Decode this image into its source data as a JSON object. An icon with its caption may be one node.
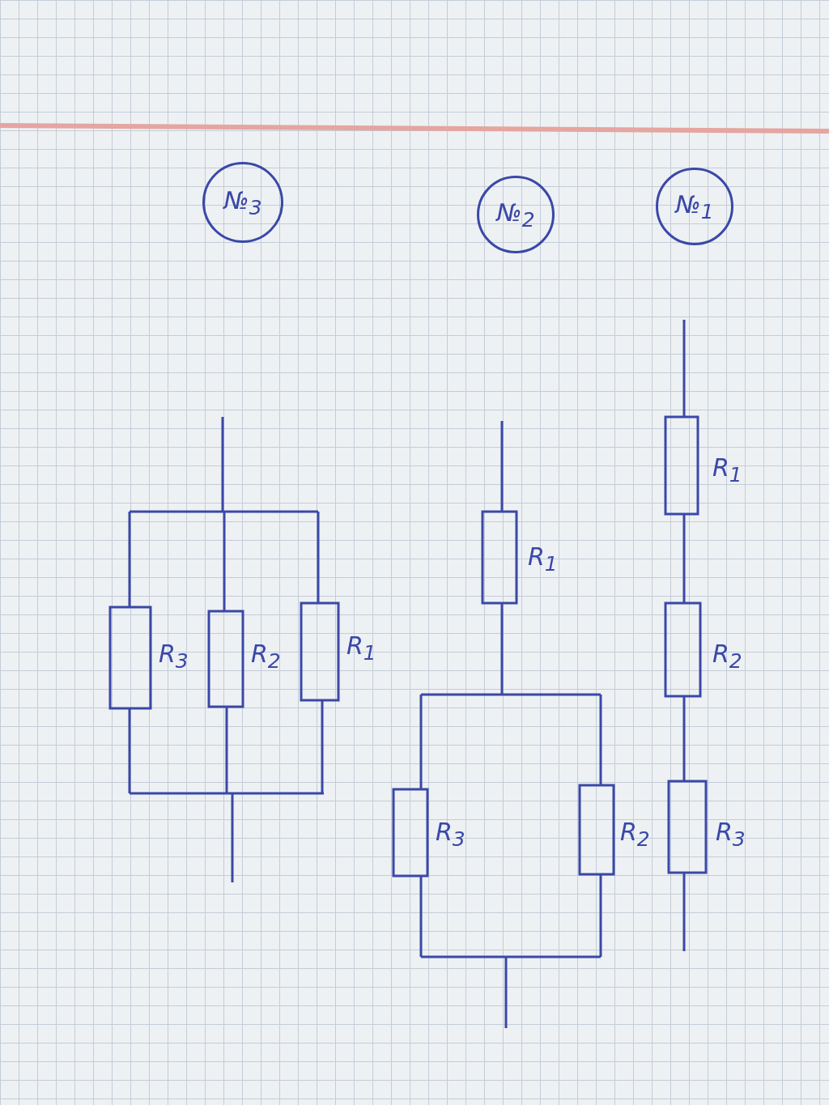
{
  "diagram": {
    "nodes": [
      {
        "text": [
          "№$_{1}$"
        ]
      },
      {
        "text": [
          "№$_{2}$"
        ]
      },
      {
        "text": [
          "№$_{3}$"
        ]
      }
    ],
    "labels": [
      "R$_{1}$",
      "R$_{2}$",
      "R$_{3}$",
      "R$_{1}$",
      "R$_{2}$",
      "R$_{3}$",
      "R$_{3}$",
      "R$_{2}$",
      "R$_{1}$"
    ]
  }
}
